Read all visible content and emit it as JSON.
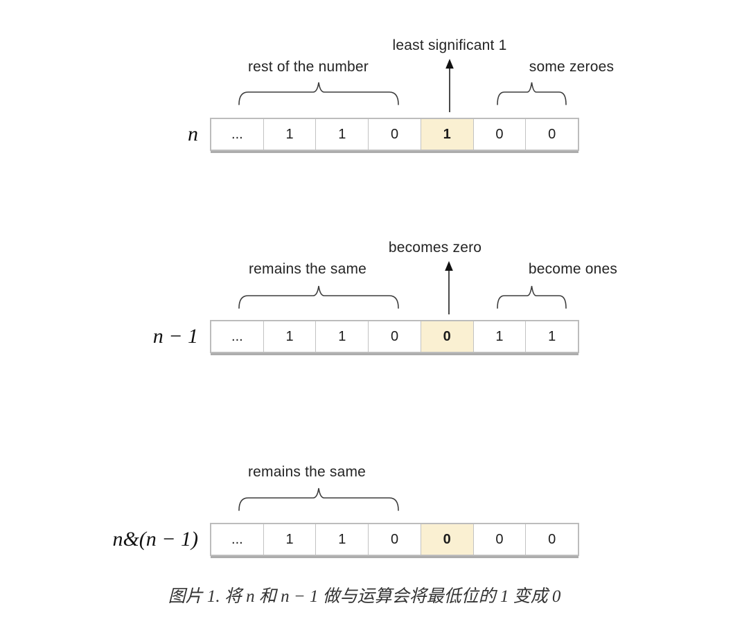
{
  "figure": {
    "rows": [
      {
        "label": "n",
        "cells": [
          "...",
          "1",
          "1",
          "0",
          "1",
          "0",
          "0"
        ],
        "highlight_index": 4,
        "arrow_label": "least significant 1",
        "left_brace_label": "rest of the number",
        "right_brace_label": "some zeroes"
      },
      {
        "label": "n − 1",
        "cells": [
          "...",
          "1",
          "1",
          "0",
          "0",
          "1",
          "1"
        ],
        "highlight_index": 4,
        "arrow_label": "becomes zero",
        "left_brace_label": "remains the same",
        "right_brace_label": "become ones"
      },
      {
        "label": "n&(n − 1)",
        "cells": [
          "...",
          "1",
          "1",
          "0",
          "0",
          "0",
          "0"
        ],
        "highlight_index": 4,
        "left_brace_label": "remains the same"
      }
    ],
    "caption": "图片 1. 将 n 和 n − 1 做与运算会将最低位的 1 变成 0",
    "colors": {
      "highlight_cell": "#FAF0D2",
      "cell_border": "#C2C2C2",
      "table_border": "#BCBCBC",
      "table_shadow": "#ACACAC",
      "annotation_text": "#242424",
      "brace_stroke": "#3C3C3C"
    }
  }
}
